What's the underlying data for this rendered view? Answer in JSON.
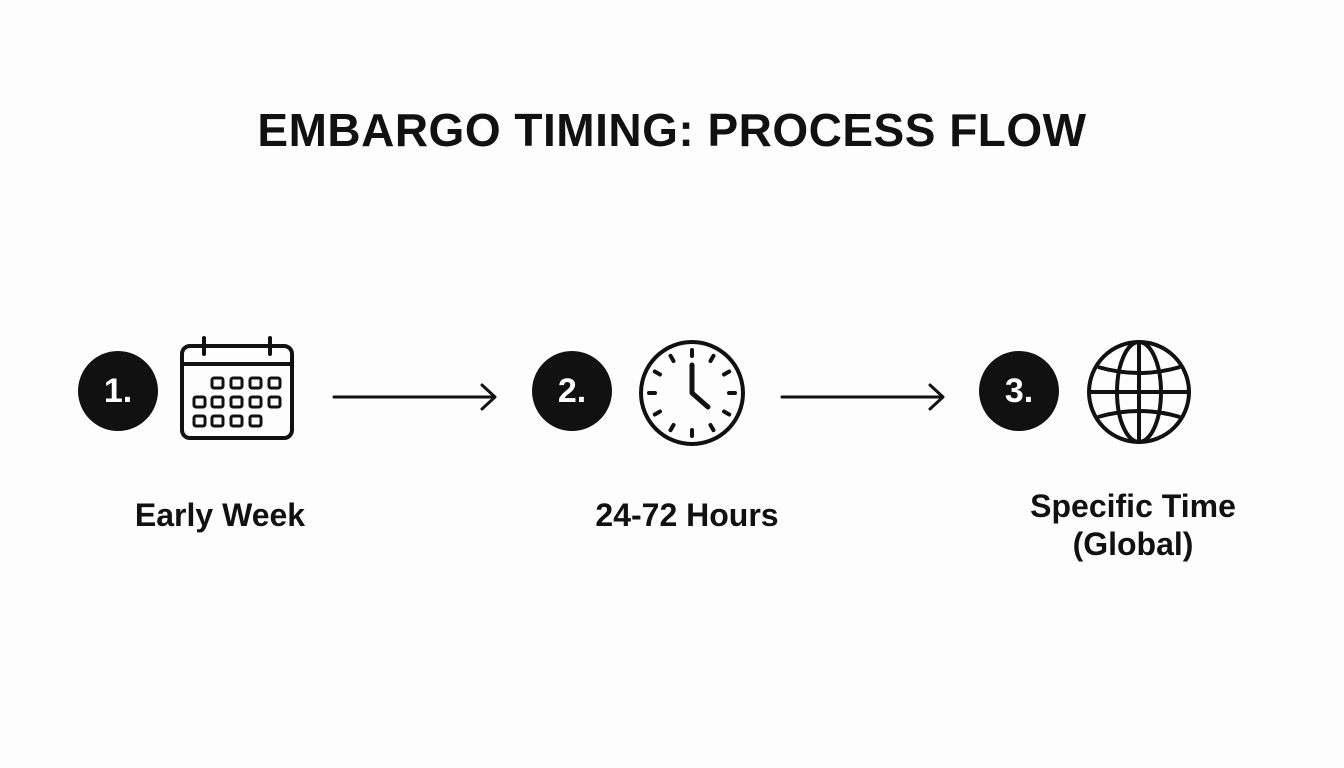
{
  "diagram": {
    "title": "EMBARGO TIMING: PROCESS FLOW",
    "steps": [
      {
        "number": "1.",
        "icon": "calendar-icon",
        "label": "Early Week"
      },
      {
        "number": "2.",
        "icon": "clock-icon",
        "label": "24-72 Hours"
      },
      {
        "number": "3.",
        "icon": "globe-icon",
        "label": "Specific Time\n(Global)"
      }
    ],
    "colors": {
      "background": "#fdfdfd",
      "ink": "#111111",
      "badge_text": "#ffffff"
    }
  }
}
